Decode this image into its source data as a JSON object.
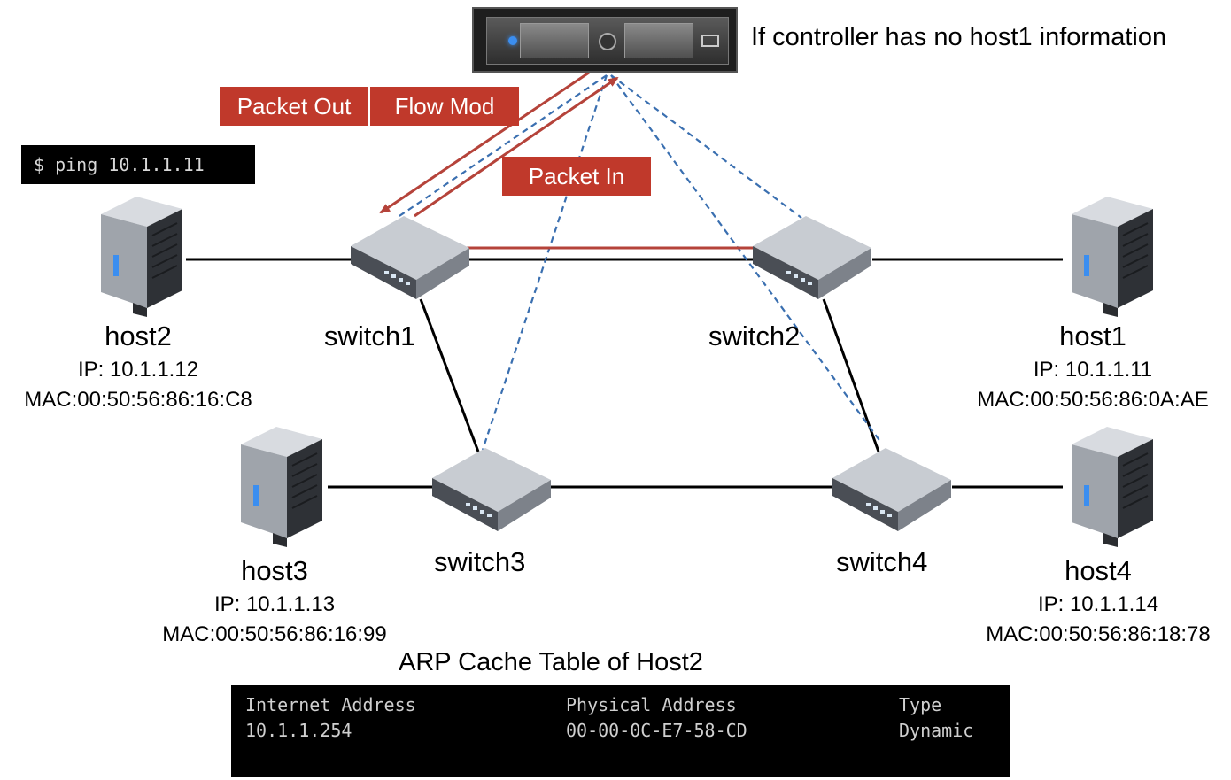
{
  "controller": {
    "note": "If controller has no host1 information"
  },
  "messages": {
    "packet_out": "Packet Out",
    "flow_mod": "Flow Mod",
    "packet_in": "Packet In"
  },
  "terminal": {
    "command": "$ ping 10.1.1.11"
  },
  "switches": [
    "switch1",
    "switch2",
    "switch3",
    "switch4"
  ],
  "hosts": [
    {
      "name": "host2",
      "ip": "IP: 10.1.1.12",
      "mac": "MAC:00:50:56:86:16:C8"
    },
    {
      "name": "host1",
      "ip": "IP: 10.1.1.11",
      "mac": "MAC:00:50:56:86:0A:AE"
    },
    {
      "name": "host3",
      "ip": "IP: 10.1.1.13",
      "mac": "MAC:00:50:56:86:16:99"
    },
    {
      "name": "host4",
      "ip": "IP: 10.1.1.14",
      "mac": "MAC:00:50:56:86:18:78"
    }
  ],
  "arp_table": {
    "title": "ARP Cache Table of Host2",
    "headers": [
      "Internet Address",
      "Physical Address",
      "Type"
    ],
    "rows": [
      [
        "10.1.1.254",
        "00-00-0C-E7-58-CD",
        "Dynamic"
      ]
    ]
  },
  "colors": {
    "message_box": "#c0392b",
    "flow_arrow": "#b5433a",
    "control_link": "#3a6fb0",
    "data_link": "#000000"
  }
}
